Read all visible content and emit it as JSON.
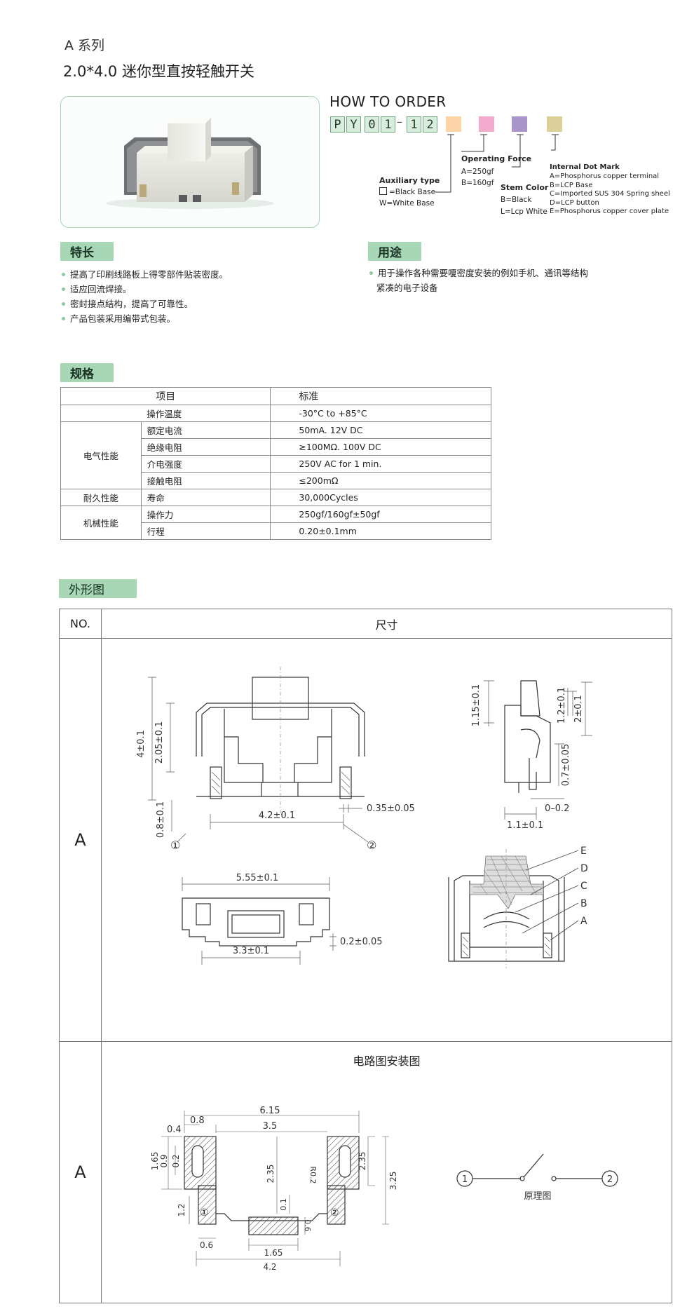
{
  "header": {
    "series": "A 系列",
    "title": "2.0*4.0 迷你型直按轻触开关"
  },
  "order": {
    "heading": "HOW TO ORDER",
    "code": [
      "P",
      "Y",
      "0",
      "1",
      "1",
      "2"
    ],
    "dash": "–",
    "swatch_colors": [
      "#fdd4a8",
      "#f2aacd",
      "#a995c9",
      "#dccf9a"
    ],
    "auxiliary": {
      "title": "Auxiliary type",
      "black": "=Black Base",
      "white": "W=White Base"
    },
    "force": {
      "title": "Operating Force",
      "a": "A=250gf",
      "b": "B=160gf"
    },
    "stem": {
      "title": "Stem Color",
      "b": "B=Black",
      "l": "L=Lcp White"
    },
    "dot": {
      "title": "Internal Dot Mark",
      "items": [
        "A=Phosphorus copper terminal",
        "B=LCP Base",
        "C=Imported SUS 304 Spring sheel",
        "D=LCP button",
        "E=Phosphorus copper cover plate"
      ]
    }
  },
  "features": {
    "title": "特长",
    "items": [
      "提高了印刷线路板上得零部件贴装密度。",
      "适应回流焊接。",
      "密封接点结构，提高了可靠性。",
      "产品包装采用编带式包装。"
    ]
  },
  "usage": {
    "title": "用途",
    "line1": "用于操作各种需要嗄密度安装的例如手机、通讯等结构",
    "line2": "紧凑的电子设备"
  },
  "spec": {
    "title": "规格",
    "col_item": "项目",
    "col_std": "标准",
    "temp": {
      "label": "操作温度",
      "value": "-30°C to +85°C"
    },
    "electrical": {
      "group": "电气性能",
      "rows": [
        {
          "label": "额定电流",
          "value": "50mA. 12V DC"
        },
        {
          "label": "绝缘电阻",
          "value": "≥100MΩ. 100V DC"
        },
        {
          "label": "介电强度",
          "value": "250V AC for 1 min."
        },
        {
          "label": "接触电阻",
          "value": "≤200mΩ"
        }
      ]
    },
    "durability": {
      "group": "耐久性能",
      "label": "寿命",
      "value": "30,000Cycles"
    },
    "mechanical": {
      "group": "机械性能",
      "rows": [
        {
          "label": "操作力",
          "value": "250gf/160gf±50gf"
        },
        {
          "label": "行程",
          "value": "0.20±0.1mm"
        }
      ]
    }
  },
  "outline": {
    "title": "外形图",
    "col_no": "NO.",
    "col_size": "尺寸",
    "row1_label": "A",
    "row2_label": "A",
    "circuit_title": "电路图安装图",
    "dims_front": {
      "h": "4±0.1",
      "h2": "2.05±0.1",
      "w": "4.2±0.1",
      "t": "0.35±0.05",
      "b": "0.8±0.1",
      "p1": "①",
      "p2": "②"
    },
    "dims_side": {
      "a": "1.15±0.1",
      "b": "1.2±0.1",
      "c": "2±0.1",
      "d": "0.7±0.05",
      "e": "0–0.2",
      "f": "1.1±0.1"
    },
    "dims_bottom": {
      "w": "5.55±0.1",
      "w2": "3.3±0.1",
      "t": "0.2±0.05"
    },
    "section_letters": [
      "E",
      "D",
      "C",
      "B",
      "A"
    ],
    "pcb": {
      "w": "6.15",
      "a": "0.8",
      "b": "0.4",
      "c": "3.5",
      "d": "1.65",
      "e": "0.9",
      "f": "0.2",
      "g": "2.35",
      "h": "0.1",
      "r": "R0.2",
      "i": "2.35",
      "j": "3.25",
      "k": "1.2",
      "l": "0.6",
      "m": "1.65",
      "n": "0.6",
      "o": "4.2",
      "p1": "①",
      "p2": "②"
    },
    "schematic": {
      "p1": "1",
      "p2": "2",
      "label": "原理图"
    }
  }
}
